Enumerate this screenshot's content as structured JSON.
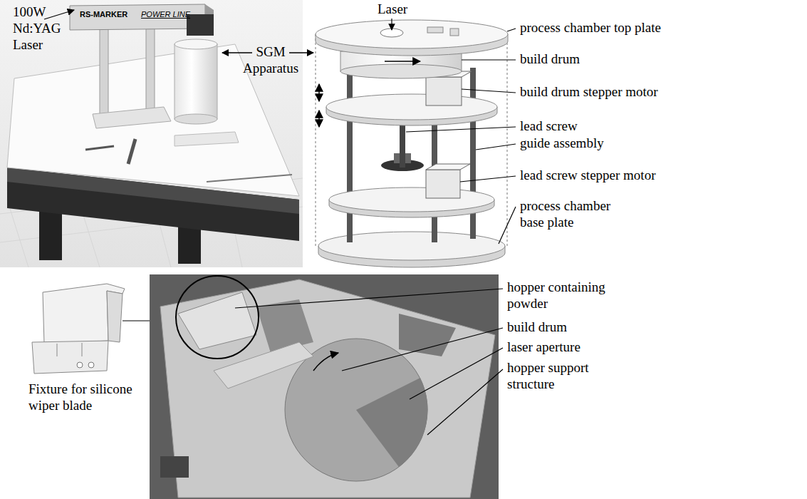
{
  "diagram": {
    "labels": [
      "100W Nd:YAG Laser",
      "RS-MARKER",
      "POWER LINE",
      "SGM Apparatus",
      "Laser",
      "process chamber top plate",
      "build drum",
      "build drum stepper motor",
      "lead screw",
      "guide assembly",
      "lead screw stepper motor",
      "process chamber base plate",
      "Fixture for silicone wiper blade",
      "hopper containing powder",
      "build drum",
      "laser aperture",
      "hopper support structure"
    ]
  }
}
